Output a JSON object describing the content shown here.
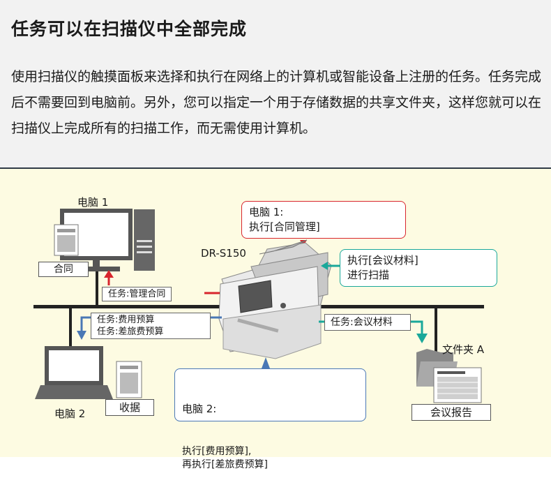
{
  "header": {
    "title": "任务可以在扫描仪中全部完成",
    "description": "使用扫描仪的触摸面板来选择和执行在网络上的计算机或智能设备上注册的任务。任务完成后不需要回到电脑前。另外，您可以指定一个用于存储数据的共享文件夹，这样您就可以在扫描仪上完成所有的扫描工作，而无需使用计算机。"
  },
  "diagram": {
    "pc1_label": "电脑 1",
    "pc1_doc_label": "合同",
    "pc1_task": "任务:管理合同",
    "scanner_label": "DR-S150",
    "callout_pc1": "电脑 1:\n执行[合同管理]",
    "callout_folder": "执行[会议材料]\n进行扫描",
    "pc2_task": "任务:费用预算\n任务:差旅费预算",
    "folder_task": "任务:会议材料",
    "folder_label": "文件夹 A",
    "folder_doc_label": "会议报告",
    "pc2_label": "电脑 2",
    "pc2_doc_label": "收据",
    "callout_pc2_title": "电脑 2:",
    "callout_pc2_body": "执行[费用预算],\n再执行[差旅费预算]"
  },
  "colors": {
    "red": "#d8252d",
    "teal": "#1aa89a",
    "blue": "#4a78b5",
    "network": "#222222",
    "diagram_bg": "#fdfbe2"
  }
}
